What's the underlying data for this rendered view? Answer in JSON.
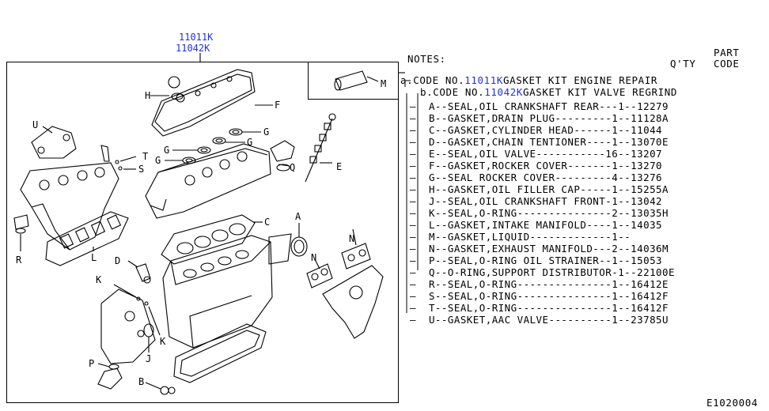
{
  "kit_codes": [
    "11011K",
    "11042K"
  ],
  "header": {
    "notes_label": "NOTES:",
    "qty_label": "Q'TY",
    "part_label": "PART",
    "code_label": "CODE"
  },
  "notes": {
    "a": {
      "prefix": "a.CODE NO.",
      "code": "11011K",
      "text": "GASKET KIT ENGINE REPAIR"
    },
    "b": {
      "prefix": "b.CODE NO.",
      "code": "11042K",
      "text": "GASKET KIT VALVE REGRIND"
    }
  },
  "parts": [
    {
      "letter": "A",
      "line": "A--SEAL,OIL CRANKSHAFT REAR---1--12279"
    },
    {
      "letter": "B",
      "line": "B--GASKET,DRAIN PLUG---------1--11128A"
    },
    {
      "letter": "C",
      "line": "C--GASKET,CYLINDER HEAD------1--11044"
    },
    {
      "letter": "D",
      "line": "D--GASKET,CHAIN TENTIONER----1--13070E"
    },
    {
      "letter": "E",
      "line": "E--SEAL,OIL VALVE-----------16--13207"
    },
    {
      "letter": "F",
      "line": "F--GASKET,ROCKER COVER-------1--13270"
    },
    {
      "letter": "G",
      "line": "G--SEAL ROCKER COVER---------4--13276"
    },
    {
      "letter": "H",
      "line": "H--GASKET,OIL FILLER CAP-----1--15255A"
    },
    {
      "letter": "J",
      "line": "J--SEAL,OIL CRANKSHAFT FRONT-1--13042"
    },
    {
      "letter": "K",
      "line": "K--SEAL,O-RING---------------2--13035H"
    },
    {
      "letter": "L",
      "line": "L--GASKET,INTAKE MANIFOLD----1--14035"
    },
    {
      "letter": "M",
      "line": "M--GASKET,LIQUID-------------1--"
    },
    {
      "letter": "N",
      "line": "N--GASKET,EXHAUST MANIFOLD---2--14036M"
    },
    {
      "letter": "P",
      "line": "P--SEAL,O-RING OIL STRAINER--1--15053"
    },
    {
      "letter": "Q",
      "line": "Q--O-RING,SUPPORT DISTRIBUTOR-1--22100E"
    },
    {
      "letter": "R",
      "line": "R--SEAL,O-RING---------------1--16412E"
    },
    {
      "letter": "S",
      "line": "S--SEAL,O-RING---------------1--16412F"
    },
    {
      "letter": "T",
      "line": "T--SEAL,O-RING---------------1--16412F"
    },
    {
      "letter": "U",
      "line": "U--GASKET,AAC VALVE----------1--23785U"
    }
  ],
  "callouts": [
    "A",
    "B",
    "C",
    "D",
    "E",
    "F",
    "G",
    "G",
    "G",
    "G",
    "H",
    "J",
    "K",
    "K",
    "L",
    "M",
    "N",
    "N",
    "P",
    "Q",
    "R",
    "S",
    "T",
    "U"
  ],
  "reference": "E1020004"
}
